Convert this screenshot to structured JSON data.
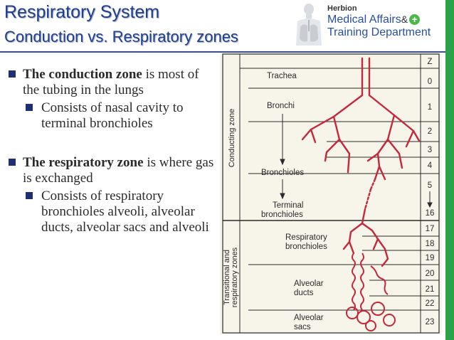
{
  "slide": {
    "title": "Respiratory System",
    "subtitle": "Conduction vs. Respiratory  zones"
  },
  "logo": {
    "name": "Herbion",
    "line1": "Medical Affairs",
    "amp": "&",
    "line2": "Training Department"
  },
  "bullets": {
    "conduction": {
      "bold": "The conduction zone",
      "rest": " is most of the tubing in the lungs",
      "sub": "Consists of nasal cavity to terminal bronchioles"
    },
    "respiratory": {
      "bold": "The respiratory zone",
      "rest": " is where gas is exchanged",
      "sub": "Consists of respiratory bronchioles alveoli, alveolar ducts, alveolar sacs and alveoli"
    }
  },
  "diagram": {
    "z_header": "Z",
    "conducting_zone_label": "Conducting zone",
    "transitional_label_1": "Transitional and",
    "transitional_label_2": "respiratory zones",
    "labels": {
      "trachea": "Trachea",
      "bronchi": "Bronchi",
      "bronchioles": "Bronchioles",
      "terminal_1": "Terminal",
      "terminal_2": "bronchioles",
      "resp_1": "Respiratory",
      "resp_2": "bronchioles",
      "ducts_1": "Alveolar",
      "ducts_2": "ducts",
      "sacs_1": "Alveolar",
      "sacs_2": "sacs"
    },
    "z": [
      "0",
      "1",
      "2",
      "3",
      "4",
      "5",
      "16",
      "17",
      "18",
      "19",
      "20",
      "21",
      "22",
      "23"
    ],
    "colors": {
      "airway": "#c4283a",
      "lines": "#2a2a2a",
      "background": "#f7f4ea"
    }
  },
  "colors": {
    "title": "#1f3f8f",
    "bullet": "#1f2f6f",
    "accent": "#2aa24a"
  }
}
